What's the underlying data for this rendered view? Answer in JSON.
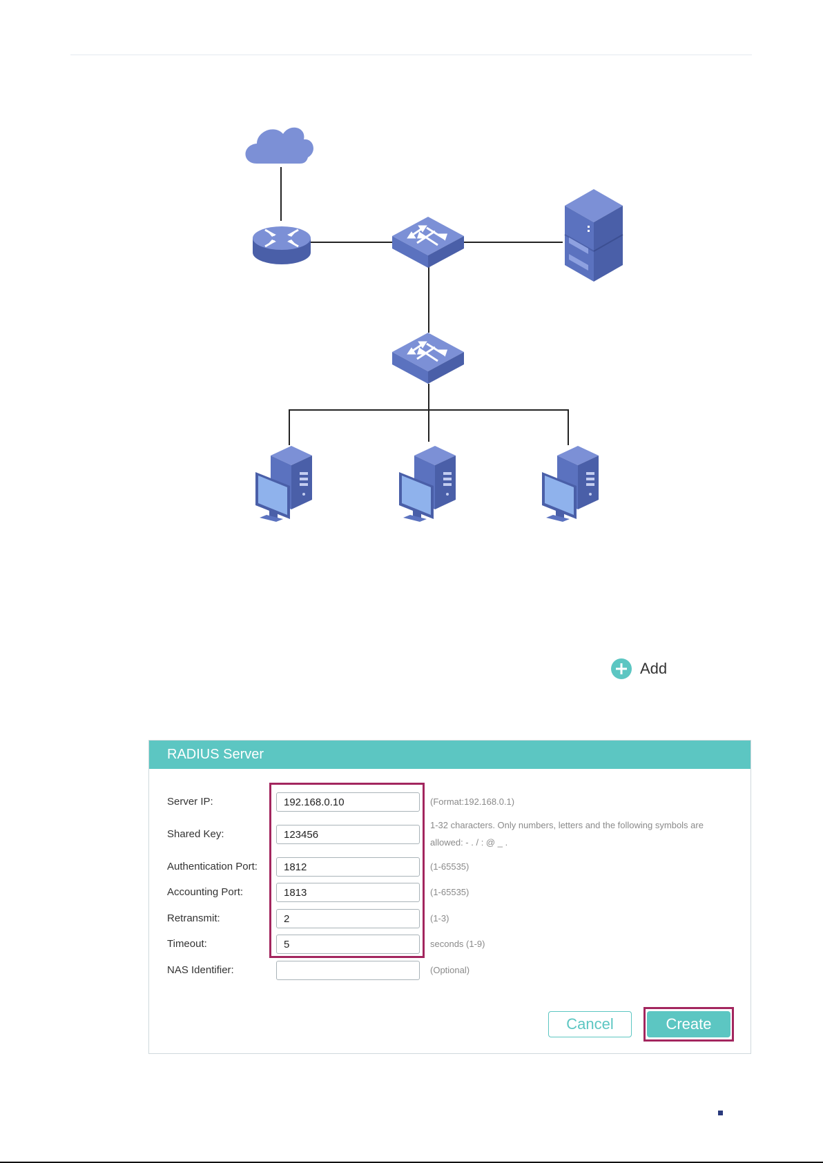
{
  "toolbar": {
    "add_label": "Add"
  },
  "radius_form": {
    "title": "RADIUS Server",
    "fields": {
      "server_ip": {
        "label": "Server IP:",
        "value": "192.168.0.10",
        "hint": "(Format:192.168.0.1)"
      },
      "shared_key": {
        "label": "Shared Key:",
        "value": "123456",
        "hint": "1-32 characters. Only numbers, letters and the following symbols are allowed: - . / : @ _ ."
      },
      "auth_port": {
        "label": "Authentication Port:",
        "value": "1812",
        "hint": "(1-65535)"
      },
      "acct_port": {
        "label": "Accounting Port:",
        "value": "1813",
        "hint": "(1-65535)"
      },
      "retransmit": {
        "label": "Retransmit:",
        "value": "2",
        "hint": "(1-3)"
      },
      "timeout": {
        "label": "Timeout:",
        "value": "5",
        "hint": "seconds (1-9)"
      },
      "nas_identifier": {
        "label": "NAS Identifier:",
        "value": "",
        "hint": "(Optional)"
      }
    },
    "cancel_label": "Cancel",
    "create_label": "Create"
  },
  "colors": {
    "accent": "#5cc6c2",
    "highlight": "#a3265e",
    "device_blue": "#5b72bf"
  },
  "icons": [
    "cloud-icon",
    "router-icon",
    "switch-icon",
    "server-icon",
    "pc-icon",
    "plus-circle-icon"
  ]
}
